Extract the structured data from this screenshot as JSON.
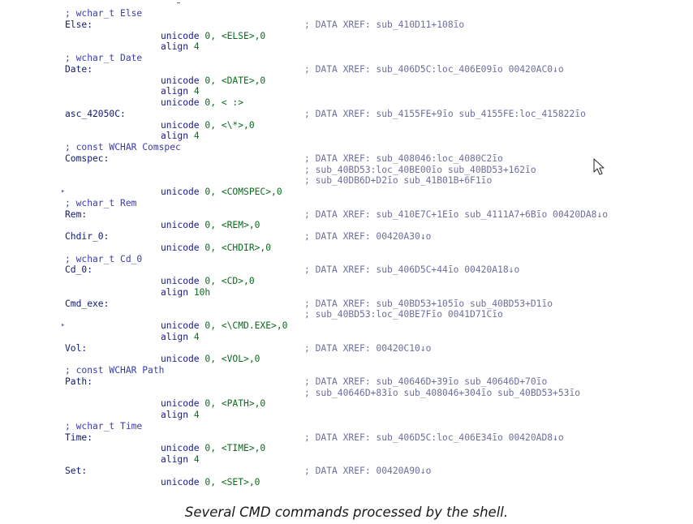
{
  "caption": "Several CMD commands processed by the shell.",
  "lines": [
    {
      "c": "; wchar_t Else"
    },
    {
      "l": "Else:",
      "x": "; DATA XREF: sub_410D11+108īo"
    },
    {
      "i": "unicode 0, <ELSE>,0"
    },
    {
      "i": "align 4"
    },
    {
      "c": "; wchar_t Date"
    },
    {
      "l": "Date:",
      "x": "; DATA XREF: sub_406D5C:loc_406E09īo 00420AC0↓o"
    },
    {
      "i": "unicode 0, <DATE>,0"
    },
    {
      "i": "align 4"
    },
    {
      "i": "unicode 0, < :>"
    },
    {
      "l": "asc_42050C:",
      "x": "; DATA XREF: sub_4155FE+9īo sub_4155FE:loc_415822īo"
    },
    {
      "i": "unicode 0, <\\*>,0"
    },
    {
      "i": "align 4"
    },
    {
      "c": "; const WCHAR Comspec"
    },
    {
      "l": "Comspec:",
      "x": "; DATA XREF: sub_408046:loc_4080C2īo"
    },
    {
      "x": "; sub_40BD53:loc_40BE00īo sub_40BD53+162īo"
    },
    {
      "x": "; sub_40DB6D+D2īo sub_41B01B+6F1īo"
    },
    {
      "m": "▸",
      "i": "unicode 0, <COMSPEC>,0"
    },
    {
      "c": "; wchar_t Rem"
    },
    {
      "l": "Rem:",
      "x": "; DATA XREF: sub_410E7C+1Eīo sub_4111A7+6Bīo 00420DA8↓o"
    },
    {
      "i": "unicode 0, <REM>,0"
    },
    {
      "l": "Chdir_0:",
      "x": "; DATA XREF: 00420A30↓o"
    },
    {
      "i": "unicode 0, <CHDIR>,0"
    },
    {
      "c": "; wchar_t Cd_0"
    },
    {
      "l": "Cd_0:",
      "x": "; DATA XREF: sub_406D5C+44īo 00420A18↓o"
    },
    {
      "i": "unicode 0, <CD>,0"
    },
    {
      "i": "align 10h"
    },
    {
      "l": "Cmd_exe:",
      "x": "; DATA XREF: sub_40BD53+105īo sub_40BD53+D1īo"
    },
    {
      "x": "; sub_40BD53:loc_40BE7Fīo 0041D71Cīo"
    },
    {
      "m": "▸",
      "i": "unicode 0, <\\CMD.EXE>,0"
    },
    {
      "i": "align 4"
    },
    {
      "l": "Vol:",
      "x": "; DATA XREF: 00420C10↓o"
    },
    {
      "i": "unicode 0, <VOL>,0"
    },
    {
      "c": "; const WCHAR Path"
    },
    {
      "l": "Path:",
      "x": "; DATA XREF: sub_40646D+39īo sub_40646D+70īo"
    },
    {
      "x": "; sub_40646D+83īo sub_408046+304īo sub_40BD53+53īo"
    },
    {
      "i": "unicode 0, <PATH>,0"
    },
    {
      "i": "align 4"
    },
    {
      "c": "; wchar_t Time"
    },
    {
      "l": "Time:",
      "x": "; DATA XREF: sub_406D5C:loc_406E34īo 00420AD8↓o"
    },
    {
      "i": "unicode 0, <TIME>,0"
    },
    {
      "i": "align 4"
    },
    {
      "l": "Set:",
      "x": "; DATA XREF: 00420A90↓o"
    },
    {
      "i": "unicode 0, <SET>,0"
    }
  ]
}
